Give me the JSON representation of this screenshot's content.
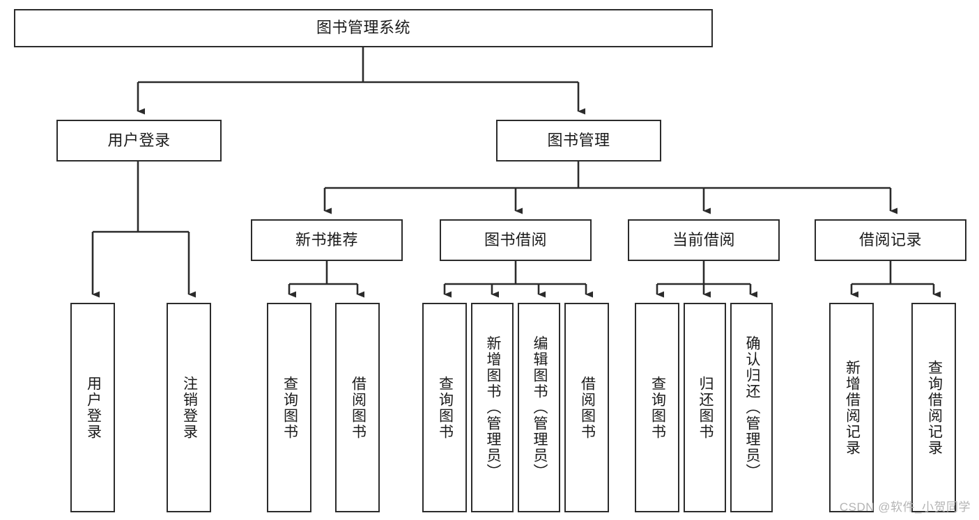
{
  "diagram": {
    "title": "图书管理系统",
    "type": "hierarchy-tree",
    "colors": {
      "stroke": "#2b2b2b",
      "fill": "#ffffff",
      "text": "#1a1a1a",
      "watermark": "#b4b4b4"
    },
    "watermark": "CSDN @软件_小贺同学",
    "nodes": {
      "root": {
        "label": "图书管理系统"
      },
      "level1": [
        {
          "id": "user_login",
          "label": "用户登录"
        },
        {
          "id": "book_manage",
          "label": "图书管理"
        }
      ],
      "level2": [
        {
          "id": "new_book_rec",
          "label": "新书推荐",
          "parent": "book_manage"
        },
        {
          "id": "book_borrow",
          "label": "图书借阅",
          "parent": "book_manage"
        },
        {
          "id": "current_borrow",
          "label": "当前借阅",
          "parent": "book_manage"
        },
        {
          "id": "borrow_record",
          "label": "借阅记录",
          "parent": "book_manage"
        }
      ],
      "leaves": [
        {
          "id": "leaf_user_login",
          "label": "用户登录",
          "parent": "user_login"
        },
        {
          "id": "leaf_logout",
          "label": "注销登录",
          "parent": "user_login"
        },
        {
          "id": "leaf_query_book_1",
          "label": "查询图书",
          "parent": "new_book_rec"
        },
        {
          "id": "leaf_borrow_book_1",
          "label": "借阅图书",
          "parent": "new_book_rec"
        },
        {
          "id": "leaf_query_book_2",
          "label": "查询图书",
          "parent": "book_borrow"
        },
        {
          "id": "leaf_add_book",
          "label": "新增图书（管理员）",
          "parent": "book_borrow"
        },
        {
          "id": "leaf_edit_book",
          "label": "编辑图书（管理员）",
          "parent": "book_borrow"
        },
        {
          "id": "leaf_borrow_book_2",
          "label": "借阅图书",
          "parent": "book_borrow"
        },
        {
          "id": "leaf_query_book_3",
          "label": "查询图书",
          "parent": "current_borrow"
        },
        {
          "id": "leaf_return_book",
          "label": "归还图书",
          "parent": "current_borrow"
        },
        {
          "id": "leaf_confirm_return",
          "label": "确认归还（管理员）",
          "parent": "current_borrow"
        },
        {
          "id": "leaf_add_record",
          "label": "新增借阅记录",
          "parent": "borrow_record"
        },
        {
          "id": "leaf_query_record",
          "label": "查询借阅记录",
          "parent": "borrow_record"
        }
      ]
    }
  }
}
